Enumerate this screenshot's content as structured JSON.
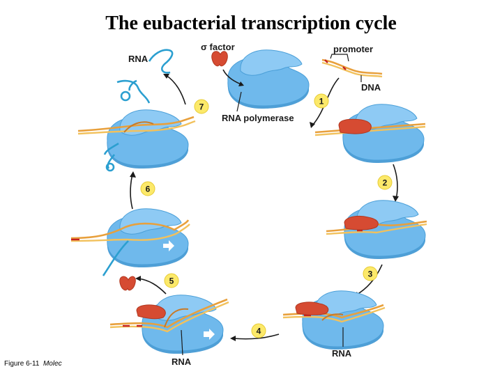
{
  "title": "The eubacterial transcription cycle",
  "caption": {
    "prefix": "Figure 6-11",
    "suffix": "Molec"
  },
  "labels": {
    "rna_top": "RNA",
    "sigma_factor": "σ factor",
    "promoter": "promoter",
    "dna": "DNA",
    "rna_polymerase": "RNA polymerase",
    "rna_bottom_left": "RNA",
    "rna_bottom_right": "RNA"
  },
  "steps": [
    "1",
    "2",
    "3",
    "4",
    "5",
    "6",
    "7"
  ],
  "colors": {
    "polymerase": "#6fb9ec",
    "sigma_factor": "#d64b32",
    "dna": "#e8a03c",
    "rna": "#2b9fd0",
    "step_marker": "#fce96a"
  }
}
